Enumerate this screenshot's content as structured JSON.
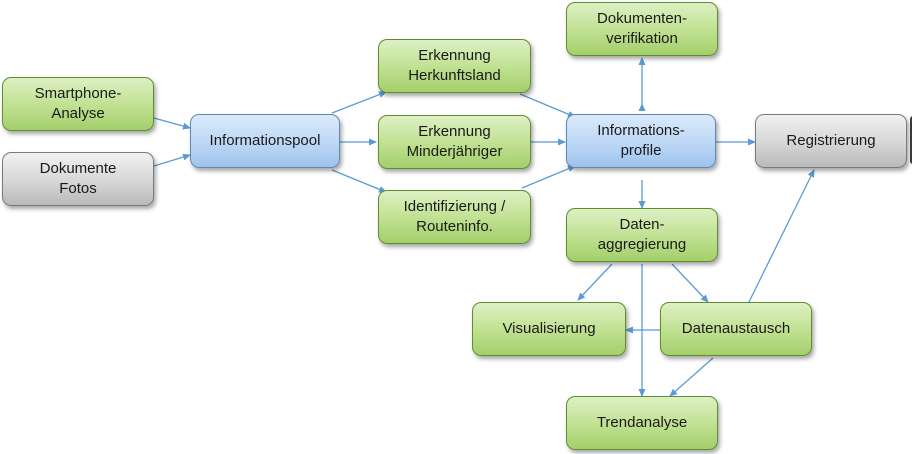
{
  "nodes": {
    "smartphone": "Smartphone-\nAnalyse",
    "dokumente": "Dokumente\nFotos",
    "pool": "Informationspool",
    "herkunft": "Erkennung\nHerkunftsland",
    "minderjaehrig": "Erkennung\nMinderjähriger",
    "identifizierung": "Identifizierung /\nRouteninfo.",
    "verifikation": "Dokumenten-\nverifikation",
    "profile": "Informations-\nprofile",
    "registrierung": "Registrierung",
    "aggregierung": "Daten-\naggregierung",
    "visualisierung": "Visualisierung",
    "austausch": "Datenaustausch",
    "trend": "Trendanalyse"
  },
  "colors": {
    "green": "#bfe08f",
    "blue": "#bcd7f5",
    "gray": "#d6d6d6",
    "arrow": "#5b9bd5"
  }
}
